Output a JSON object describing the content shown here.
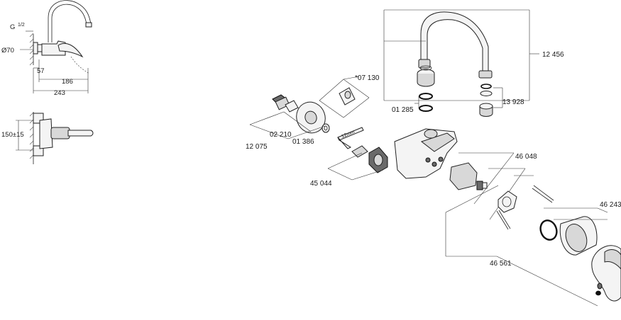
{
  "dimensions": {
    "thread": "G",
    "thread_fraction": "1/2",
    "diameter": "Ø70",
    "d57": "57",
    "d186": "186",
    "d243": "243",
    "height": "150±15"
  },
  "parts": {
    "p12456": "12 456",
    "p13928": "13 928",
    "p01285": "01 285",
    "p07130": "*07 130",
    "p02210": "02 210",
    "p12075": "12 075",
    "p01386": "01 386",
    "p45044": "45 044",
    "p46048": "46 048",
    "p46243": "46 243",
    "p46561": "46 561",
    "key_size": "12mm"
  }
}
